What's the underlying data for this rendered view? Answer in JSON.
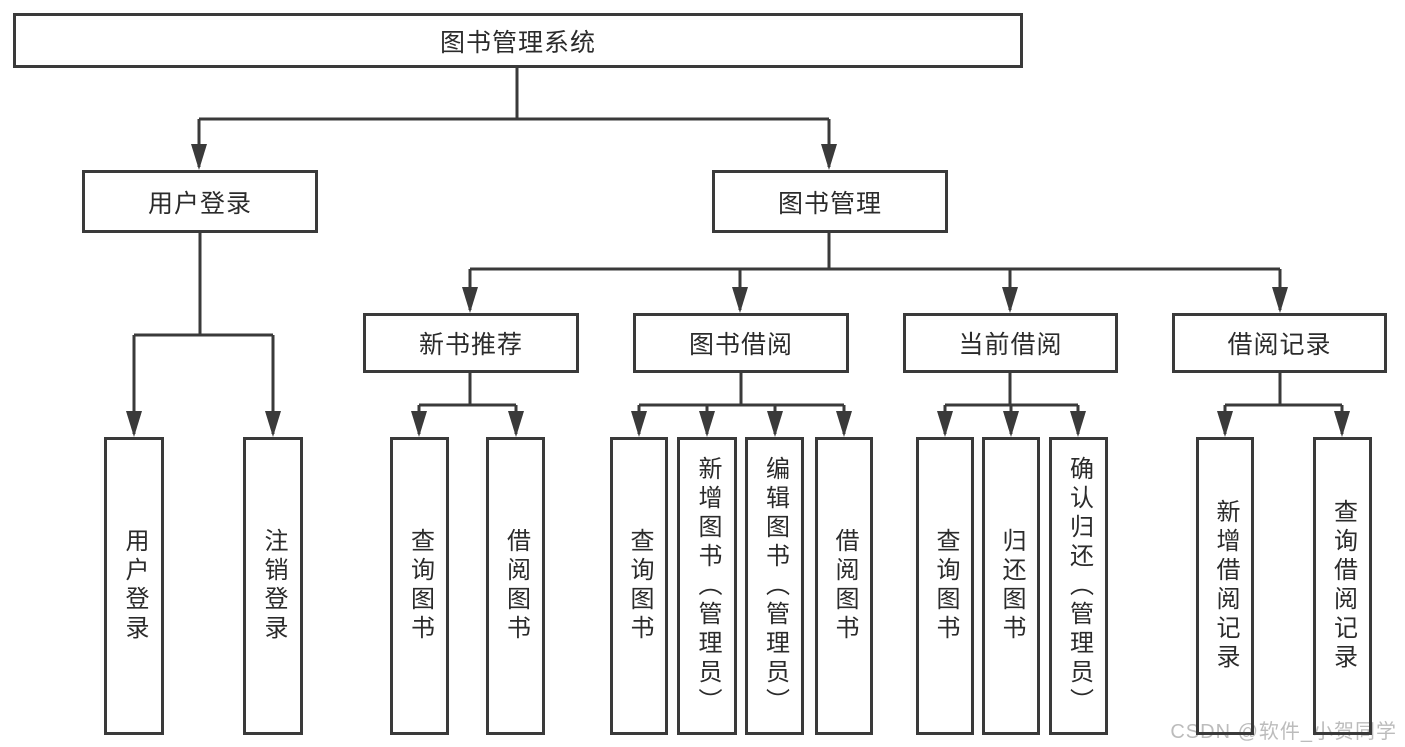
{
  "tree": {
    "root": {
      "label": "图书管理系统"
    },
    "branches": [
      {
        "label": "用户登录",
        "children": [
          {
            "label": "用户登录"
          },
          {
            "label": "注销登录"
          }
        ]
      },
      {
        "label": "图书管理",
        "children": [
          {
            "label": "新书推荐",
            "children": [
              {
                "label": "查询图书"
              },
              {
                "label": "借阅图书"
              }
            ]
          },
          {
            "label": "图书借阅",
            "children": [
              {
                "label": "查询图书"
              },
              {
                "label": "新增图书（管理员）"
              },
              {
                "label": "编辑图书（管理员）"
              },
              {
                "label": "借阅图书"
              }
            ]
          },
          {
            "label": "当前借阅",
            "children": [
              {
                "label": "查询图书"
              },
              {
                "label": "归还图书"
              },
              {
                "label": "确认归还（管理员）"
              }
            ]
          },
          {
            "label": "借阅记录",
            "children": [
              {
                "label": "新增借阅记录"
              },
              {
                "label": "查询借阅记录"
              }
            ]
          }
        ]
      }
    ]
  },
  "watermark": {
    "text": "CSDN @软件_小贺同学"
  },
  "colors": {
    "line": "#3a3a3a",
    "text": "#2b2b2b",
    "background": "#ffffff",
    "watermark": "#bcbcbc"
  }
}
